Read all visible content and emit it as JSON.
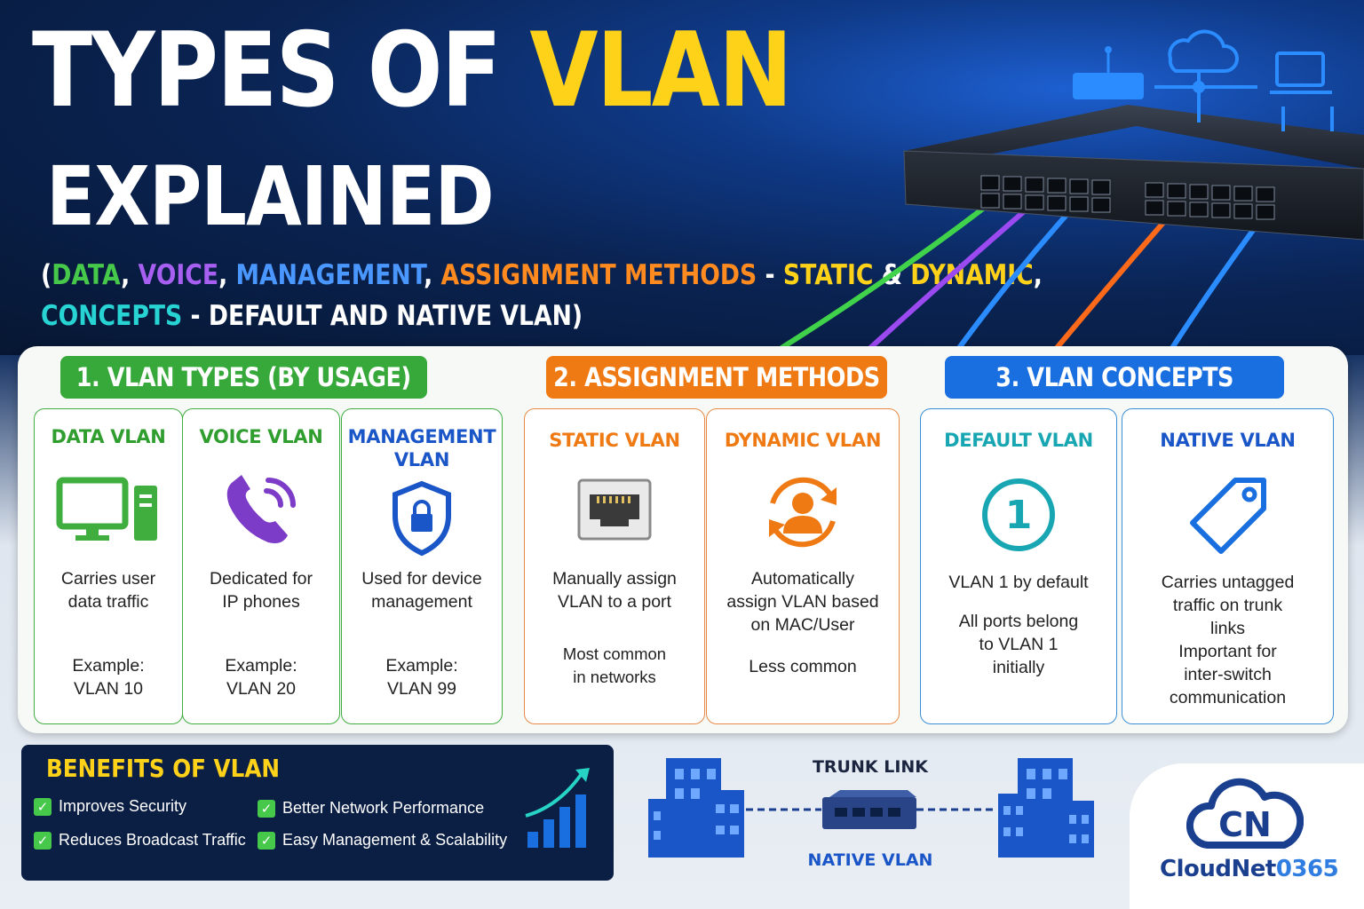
{
  "title": {
    "line1_prefix": "TYPES OF ",
    "line1_accent": "VLAN",
    "line2": "EXPLAINED"
  },
  "subtitle": {
    "open": "(",
    "data": "DATA",
    "comma1": ", ",
    "voice": "VOICE",
    "comma2": ", ",
    "management": "MANAGEMENT",
    "comma3": ", ",
    "assignment": "ASSIGNMENT METHODS",
    "dash1": " - ",
    "static": "STATIC",
    "amp": " & ",
    "dynamic": "DYNAMIC",
    "comma4": ",",
    "concepts": "CONCEPTS",
    "rest": " - DEFAULT AND NATIVE VLAN)"
  },
  "sections": {
    "types": "1. VLAN TYPES (BY USAGE)",
    "assignment": "2. ASSIGNMENT METHODS",
    "concepts": "3. VLAN CONCEPTS"
  },
  "cards": {
    "data_vlan": {
      "title": "DATA VLAN",
      "desc": [
        "Carries user",
        "data traffic"
      ],
      "example": [
        "Example:",
        "VLAN 10"
      ]
    },
    "voice_vlan": {
      "title": "VOICE VLAN",
      "desc": [
        "Dedicated for",
        "IP phones"
      ],
      "example": [
        "Example:",
        "VLAN 20"
      ]
    },
    "management_vlan": {
      "title": [
        "MANAGEMENT",
        "VLAN"
      ],
      "desc": [
        "Used for device",
        "management"
      ],
      "example": [
        "Example:",
        "VLAN 99"
      ]
    },
    "static_vlan": {
      "title": "STATIC VLAN",
      "desc": [
        "Manually assign",
        "VLAN to a port"
      ],
      "note": [
        "Most common",
        "in networks"
      ]
    },
    "dynamic_vlan": {
      "title": "DYNAMIC VLAN",
      "desc": [
        "Automatically",
        "assign VLAN based",
        "on MAC/User"
      ],
      "note": [
        "Less common"
      ]
    },
    "default_vlan": {
      "title": "DEFAULT VLAN",
      "badge": "1",
      "desc": [
        "VLAN 1 by default"
      ],
      "note": [
        "All ports belong",
        "to VLAN 1",
        "initially"
      ]
    },
    "native_vlan": {
      "title": "NATIVE VLAN",
      "desc": [
        "Carries untagged",
        "traffic on trunk",
        "links"
      ],
      "note": [
        "Important for",
        "inter-switch",
        "communication"
      ]
    }
  },
  "benefits": {
    "title": "BENEFITS OF VLAN",
    "items": [
      "Improves Security",
      "Better Network Performance",
      "Reduces Broadcast Traffic",
      "Easy Management & Scalability"
    ]
  },
  "trunk": {
    "top_label": "TRUNK LINK",
    "bottom_label": "NATIVE VLAN"
  },
  "logo": {
    "mark": "CN",
    "name_prefix": "CloudNet",
    "name_suffix": "0365"
  },
  "colors": {
    "green": "#3fae3f",
    "purple": "#7d3cc8",
    "blue": "#1a56c7",
    "orange": "#ef7a14",
    "teal": "#18a6b3",
    "yellow": "#ffd21a",
    "navy": "#0b1e44"
  },
  "icons": [
    "computer-icon",
    "phone-icon",
    "shield-lock-icon",
    "ethernet-port-icon",
    "user-sync-icon",
    "number-one-icon",
    "tag-icon",
    "check-icon",
    "growth-chart-icon",
    "building-icon",
    "switch-icon",
    "cloud-icon",
    "router-icon",
    "laptop-icon"
  ]
}
